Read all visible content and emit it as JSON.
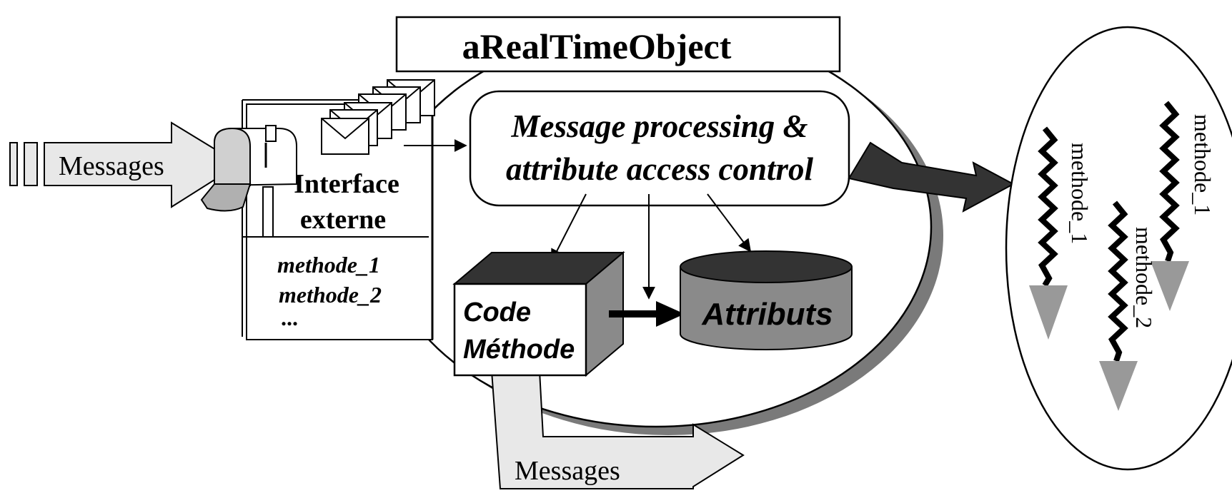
{
  "title": "aRealTimeObject",
  "incoming_label": "Messages",
  "outgoing_label": "Messages",
  "interface": {
    "label_line1": "Interface",
    "label_line2": "externe",
    "methods": [
      "methode_1",
      "methode_2",
      "..."
    ]
  },
  "processing": {
    "line1": "Message processing &",
    "line2": "attribute access control"
  },
  "code_box": {
    "line1": "Code",
    "line2": "Méthode"
  },
  "attributes_label": "Attributs",
  "threads": [
    "methode_1",
    "methode_1",
    "methode_2"
  ],
  "colors": {
    "shadow": "#7a7a7a",
    "dark": "#333333",
    "mid_gray": "#8a8a8a",
    "light_gray": "#e8e8e8",
    "arrow_gray": "#999999"
  }
}
